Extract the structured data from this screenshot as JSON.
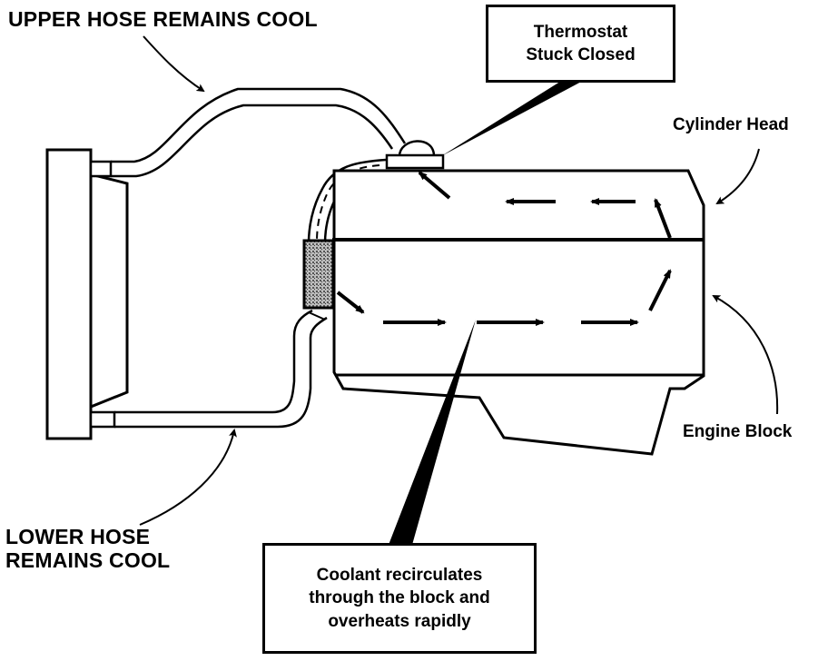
{
  "labels": {
    "upper_hose": "UPPER HOSE REMAINS COOL",
    "lower_hose": "LOWER HOSE\nREMAINS COOL",
    "cylinder_head": "Cylinder Head",
    "engine_block": "Engine Block"
  },
  "callouts": {
    "thermostat": "Thermostat\nStuck Closed",
    "coolant": "Coolant recirculates\nthrough the block and\noverheats rapidly"
  },
  "colors": {
    "ink": "#000000",
    "background": "#ffffff",
    "pump_fill": "#888888"
  }
}
